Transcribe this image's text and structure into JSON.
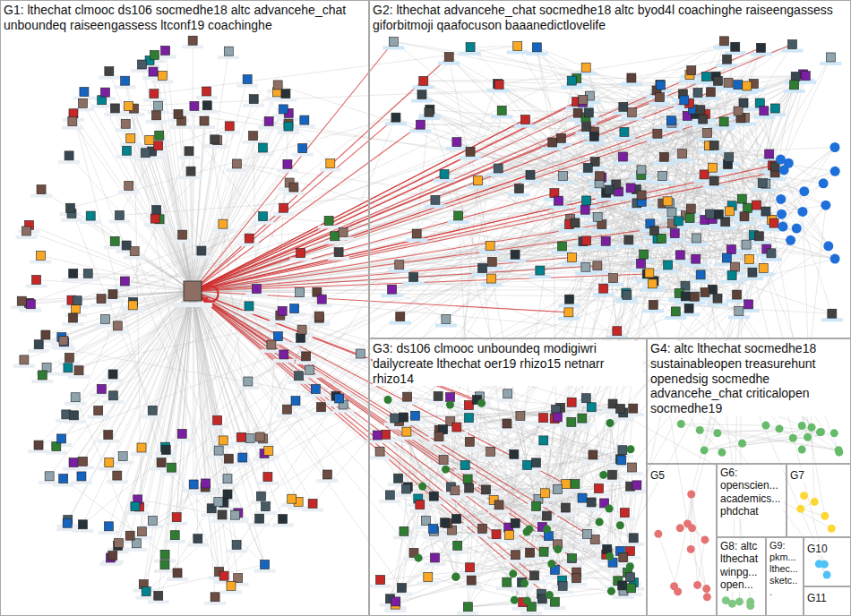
{
  "diagram": {
    "nodes": [
      {
        "text": [
          "G1: lthechat clmooc ds106 socmedhe18 altc advancehe_chat unboundeq raiseengassess ltconf19 coachinghe"
        ]
      },
      {
        "text": [
          "G2: lthechat advancehe_chat socmedhe18 altc byod4l coachinghe raiseengassess giforbitmoji qaafocuson baaanedictlovelife"
        ]
      },
      {
        "text": [
          "G3: ds106 clmooc unboundeq modigiwri dailycreate lthechat oer19 rhizo15 netnarr rhizo14"
        ]
      },
      {
        "text": [
          "G4: altc lthechat socmedhe18 sustainableopen treasurehunt openedsig socmedhe advancehe_chat criticalopen socmedhe19"
        ]
      },
      {
        "text": [
          "G5"
        ]
      },
      {
        "text": [
          "G6: openscien... academics... phdchat"
        ]
      },
      {
        "text": [
          "G7"
        ]
      },
      {
        "text": [
          "G8: altc lthechat winpg... open..."
        ]
      },
      {
        "text": [
          "G9: pkm... lthec... sketc..."
        ]
      },
      {
        "text": [
          "G10"
        ]
      },
      {
        "text": [
          "G11"
        ]
      }
    ]
  }
}
